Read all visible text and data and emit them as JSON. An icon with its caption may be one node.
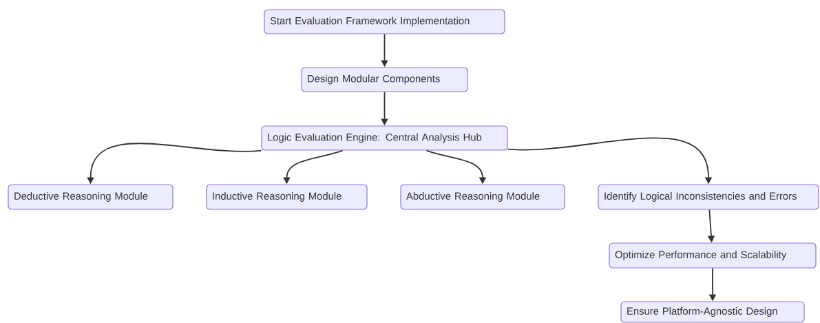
{
  "diagram": {
    "nodes": [
      {
        "text": [
          "Start Evaluation Framework Implementation"
        ]
      },
      {
        "text": [
          "Design Modular Components"
        ]
      },
      {
        "text": [
          "Logic Evaluation Engine: Central Analysis Hub"
        ]
      },
      {
        "text": [
          "Deductive Reasoning Module"
        ]
      },
      {
        "text": [
          "Inductive Reasoning Module"
        ]
      },
      {
        "text": [
          "Abductive Reasoning Module"
        ]
      },
      {
        "text": [
          "Identify Logical Inconsistencies and Errors"
        ]
      },
      {
        "text": [
          "Optimize Performance and Scalability"
        ]
      },
      {
        "text": [
          "Ensure Platform-Agnostic Design"
        ]
      }
    ],
    "edges": [
      {
        "from": 0,
        "to": 1,
        "arrow": "to"
      },
      {
        "from": 1,
        "to": 2,
        "arrow": "to"
      },
      {
        "from": 2,
        "to": 3,
        "arrow": "to"
      },
      {
        "from": 2,
        "to": 4,
        "arrow": "to"
      },
      {
        "from": 2,
        "to": 5,
        "arrow": "to"
      },
      {
        "from": 2,
        "to": 6,
        "arrow": "to"
      },
      {
        "from": 6,
        "to": 7,
        "arrow": "to"
      },
      {
        "from": 7,
        "to": 8,
        "arrow": "to"
      }
    ]
  }
}
